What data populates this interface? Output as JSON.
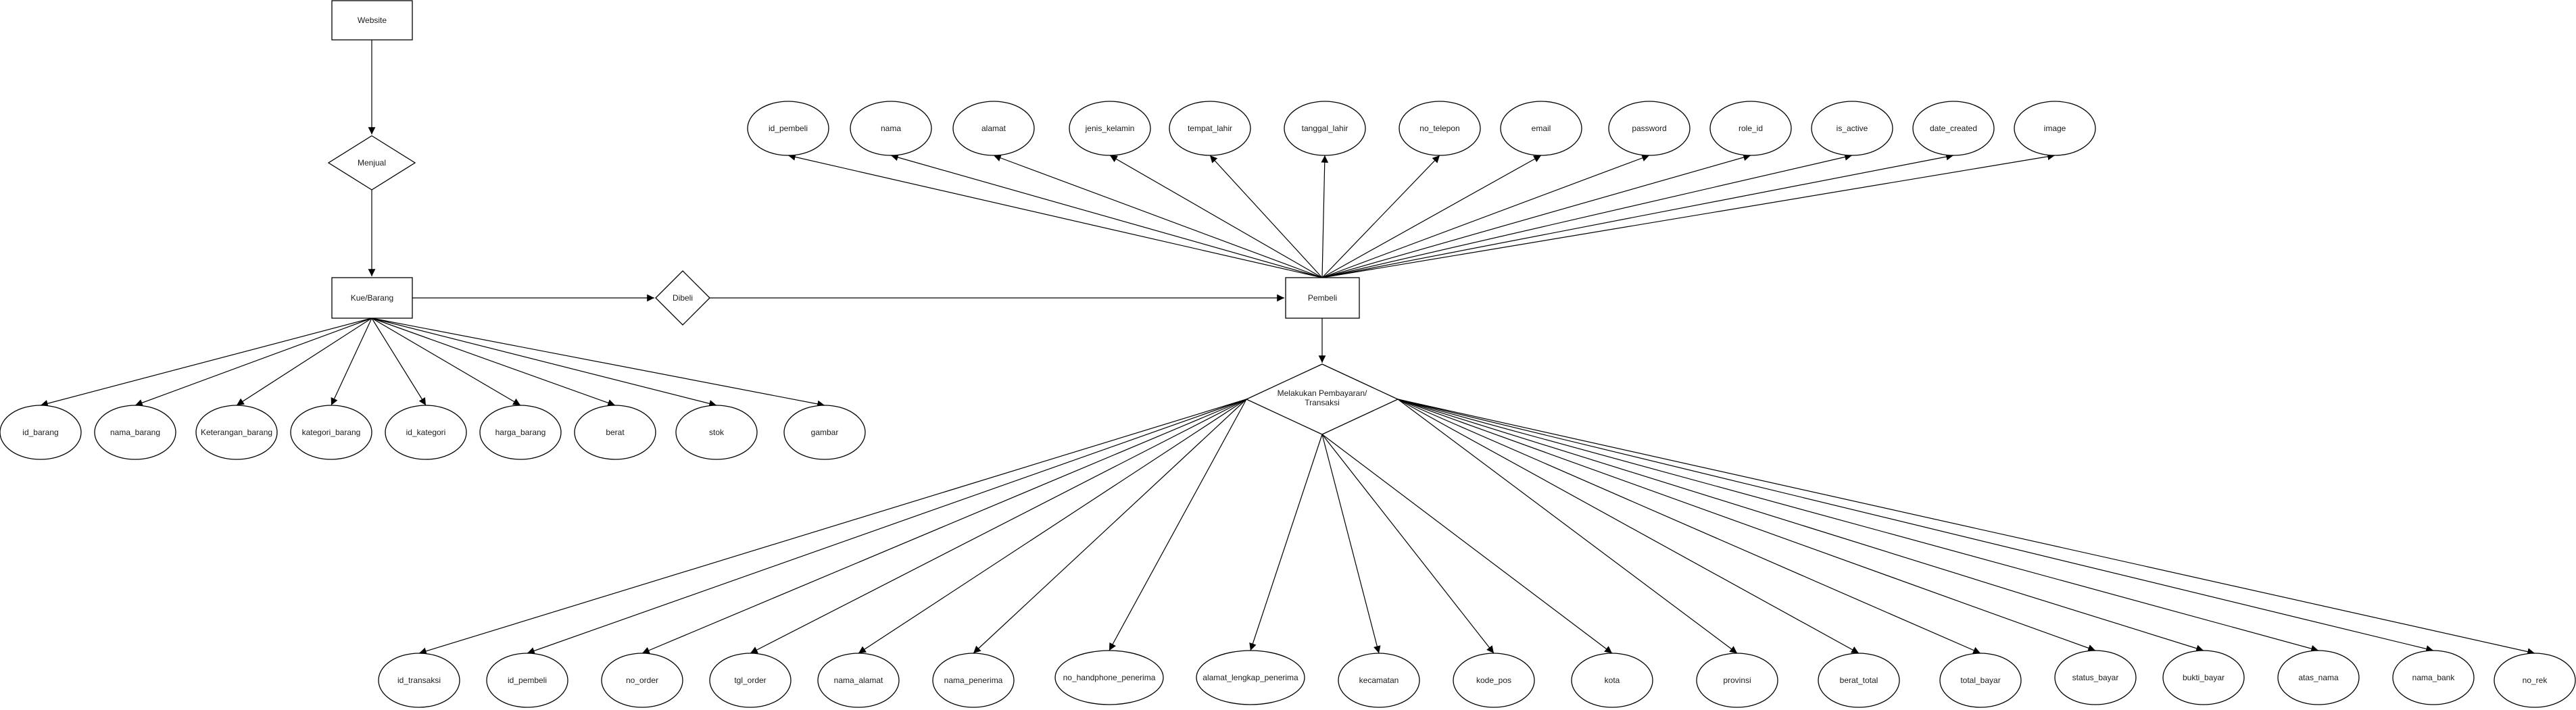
{
  "diagram": {
    "type": "er-diagram",
    "entities": {
      "website": "Website",
      "kue_barang": "Kue/Barang",
      "pembeli": "Pembeli"
    },
    "relationships": {
      "menjual": "Menjual",
      "dibeli": "Dibeli",
      "pembayaran_line1": "Melakukan Pembayaran/",
      "pembayaran_line2": "Transaksi"
    },
    "kue_barang_attributes": [
      "id_barang",
      "nama_barang",
      "Keterangan_barang",
      "kategori_barang",
      "id_kategori",
      "harga_barang",
      "berat",
      "stok",
      "gambar"
    ],
    "pembeli_attributes": [
      "id_pembeli",
      "nama",
      "alamat",
      "jenis_kelamin",
      "tempat_lahir",
      "tanggal_lahir",
      "no_telepon",
      "email",
      "password",
      "role_id",
      "is_active",
      "date_created",
      "image"
    ],
    "transaksi_attributes": [
      "id_transaksi",
      "id_pembeli",
      "no_order",
      "tgl_order",
      "nama_alamat",
      "nama_penerima",
      "no_handphone_penerima",
      "alamat_lengkap_penerima",
      "kecamatan",
      "kode_pos",
      "kota",
      "provinsi",
      "berat_total",
      "total_bayar",
      "status_bayar",
      "bukti_bayar",
      "atas_nama",
      "nama_bank",
      "no_rek"
    ],
    "colors": {
      "stroke": "#000000",
      "fill": "#ffffff",
      "text": "#1a1a1a"
    }
  }
}
